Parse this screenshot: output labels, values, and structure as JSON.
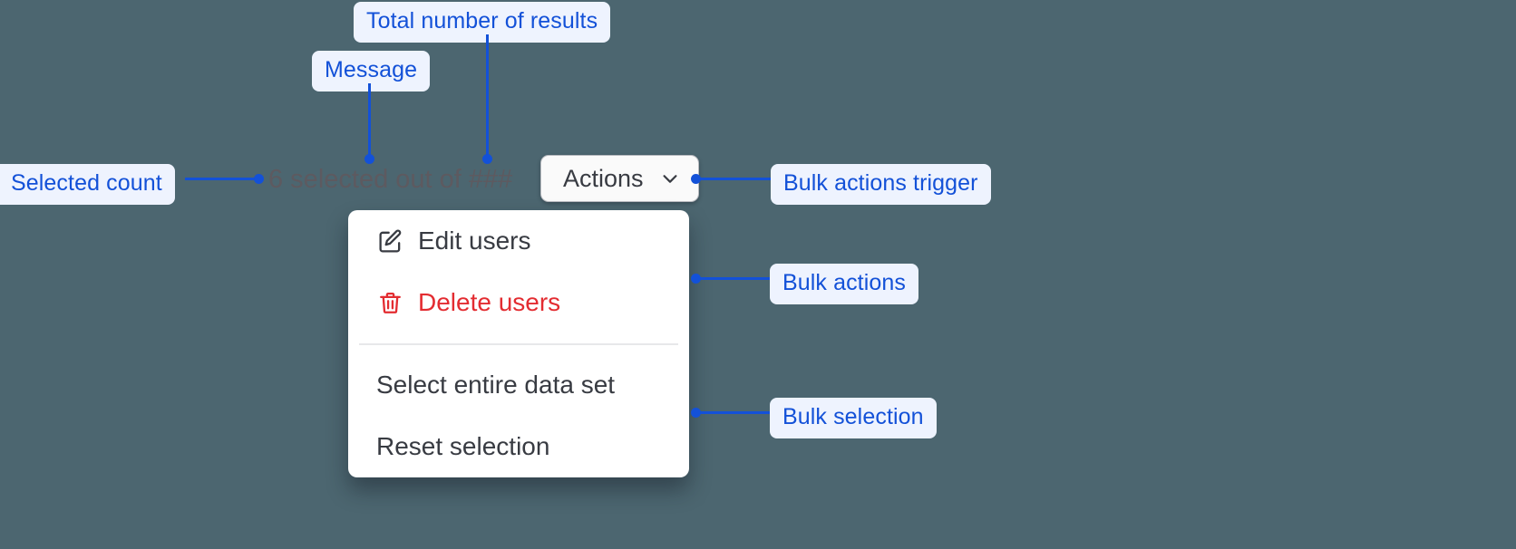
{
  "theme": {
    "background": "#4c6670",
    "annotation_color": "#1351d8",
    "annotation_bg": "#eef3fe",
    "danger_color": "#e32c31",
    "text_color": "#383b42",
    "muted_text": "#5d5a60",
    "menu_bg": "#ffffff",
    "button_bg": "#fafafa"
  },
  "annotations": [
    {
      "id": "total-results",
      "label": "Total number of results"
    },
    {
      "id": "message",
      "label": "Message"
    },
    {
      "id": "selected-count",
      "label": "Selected count"
    },
    {
      "id": "bulk-actions-trigger",
      "label": "Bulk actions trigger"
    },
    {
      "id": "bulk-actions",
      "label": "Bulk actions"
    },
    {
      "id": "bulk-selection",
      "label": "Bulk selection"
    }
  ],
  "selection": {
    "message": "6 selected out of ###",
    "count": "6",
    "total_placeholder": "###"
  },
  "trigger": {
    "label": "Actions",
    "icon": "chevron-down-icon"
  },
  "menu": {
    "groups": [
      {
        "id": "bulk-actions",
        "items": [
          {
            "id": "edit-users",
            "label": "Edit users",
            "icon": "edit-pencil-icon",
            "danger": false
          },
          {
            "id": "delete-users",
            "label": "Delete users",
            "icon": "trash-icon",
            "danger": true
          }
        ]
      },
      {
        "id": "bulk-selection",
        "items": [
          {
            "id": "select-entire-data-set",
            "label": "Select entire data set",
            "icon": null,
            "danger": false
          },
          {
            "id": "reset-selection",
            "label": "Reset selection",
            "icon": null,
            "danger": false
          }
        ]
      }
    ]
  }
}
